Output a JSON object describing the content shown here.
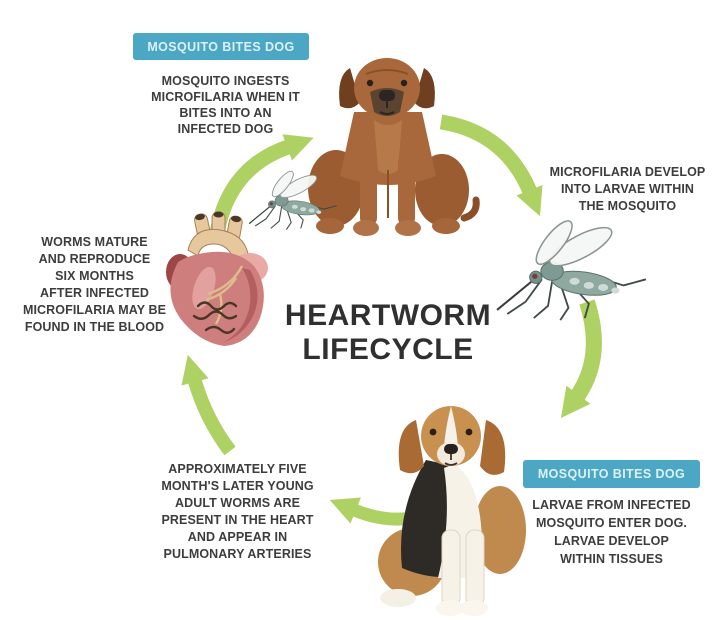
{
  "title": {
    "line1": "HEARTWORM",
    "line2": "LIFECYCLE"
  },
  "palette": {
    "background": "#ffffff",
    "arrow_green": "#aed163",
    "label_blue": "#4ba7c4",
    "label_text": "#ddf0f7",
    "body_text": "#3d3d3d",
    "title_text": "#303030"
  },
  "stages": [
    {
      "name": "mosquito-bites-dog-top",
      "label": "MOSQUITO BITES DOG",
      "description": "MOSQUITO INGESTS\nMICROFILARIA WHEN IT\nBITES INTO AN\nINFECTED DOG"
    },
    {
      "name": "microfilaria-develop",
      "description": "MICROFILARIA DEVELOP\nINTO LARVAE WITHIN\nTHE MOSQUITO"
    },
    {
      "name": "mosquito-bites-dog-bottom",
      "label": "MOSQUITO BITES DOG",
      "description": "LARVAE FROM INFECTED\nMOSQUITO ENTER DOG.\nLARVAE DEVELOP\nWITHIN TISSUES"
    },
    {
      "name": "adult-worms-in-heart",
      "description": "APPROXIMATELY FIVE\nMONTH'S LATER YOUNG\nADULT WORMS ARE\nPRESENT IN THE HEART\nAND APPEAR IN\nPULMONARY ARTERIES"
    },
    {
      "name": "worms-mature",
      "description": "WORMS MATURE\nAND REPRODUCE\nSIX MONTHS\nAFTER INFECTED\nMICROFILARIA MAY BE\nFOUND IN THE BLOOD"
    }
  ],
  "illustrations": [
    "brown-dog-image",
    "small-mosquito-image",
    "large-mosquito-image",
    "heart-illustration",
    "beagle-dog-image"
  ]
}
